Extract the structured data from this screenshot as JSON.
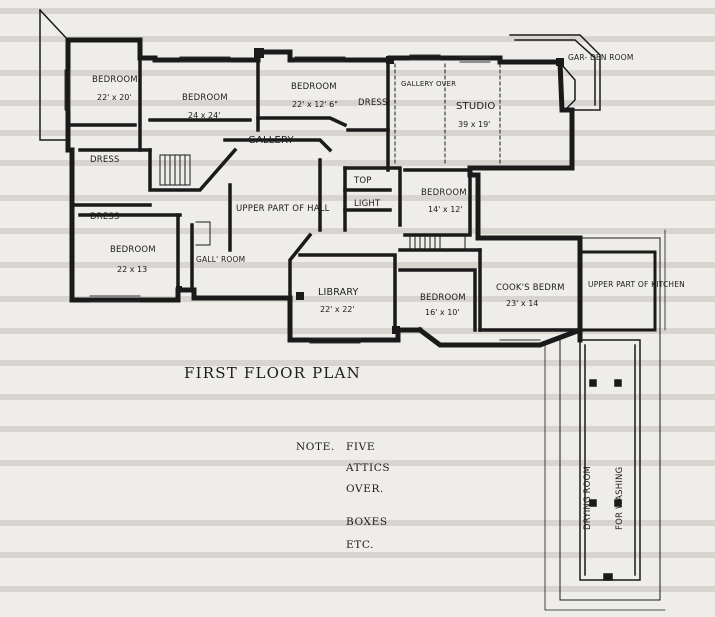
{
  "title": "FIRST FLOOR PLAN",
  "note": {
    "label": "NOTE.",
    "lines": [
      "FIVE",
      "ATTICS",
      "OVER.",
      "BOXES",
      "ETC."
    ]
  },
  "rooms": {
    "bedroom_nw": {
      "name": "BEDROOM",
      "size": "22' x 20'"
    },
    "bedroom_n1": {
      "name": "BEDROOM",
      "size": "24 x 24'"
    },
    "bedroom_n2": {
      "name": "BEDROOM",
      "size": "22' x 12' 6\""
    },
    "dress_n": {
      "name": "DRESS."
    },
    "gallery_over": {
      "name": "GALLERY OVER"
    },
    "studio": {
      "name": "STUDIO",
      "size": "39 x 19'"
    },
    "garden_room": {
      "name": "GAR- DEN ROOM"
    },
    "gallery": {
      "name": "GALLERY"
    },
    "dress_w1": {
      "name": "DRESS"
    },
    "dress_w2": {
      "name": "DRESS"
    },
    "upper_hall": {
      "name": "UPPER PART OF HALL"
    },
    "top": {
      "name": "TOP"
    },
    "light": {
      "name": "LIGHT"
    },
    "bedroom_mid": {
      "name": "BEDROOM",
      "size": "14' x 12'"
    },
    "bedroom_sw": {
      "name": "BEDROOM",
      "size": "22 x 13"
    },
    "gall_room": {
      "name": "GALL' ROOM"
    },
    "library": {
      "name": "LIBRARY",
      "size": "22' x 22'"
    },
    "bedroom_s": {
      "name": "BEDROOM",
      "size": "16' x 10'"
    },
    "cooks_bedrm": {
      "name": "COOK'S BEDRM",
      "size": "23' x 14"
    },
    "upper_kitchen": {
      "name": "UPPER PART OF KITCHEN"
    },
    "drying_room": {
      "name": "DRYING ROOM"
    },
    "washing": {
      "name": "FOR WASHING"
    }
  }
}
